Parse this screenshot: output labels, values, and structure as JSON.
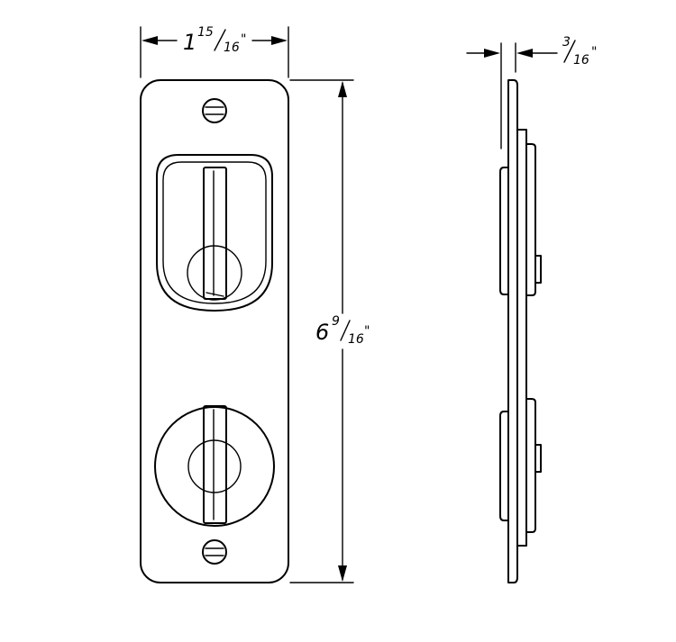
{
  "dimensions": {
    "width": {
      "whole": "1",
      "numerator": "15",
      "denominator": "16",
      "unit": "\""
    },
    "height": {
      "whole": "6",
      "numerator": "9",
      "denominator": "16",
      "unit": "\""
    },
    "depth": {
      "whole": "",
      "numerator": "3",
      "denominator": "16",
      "unit": "\""
    }
  }
}
